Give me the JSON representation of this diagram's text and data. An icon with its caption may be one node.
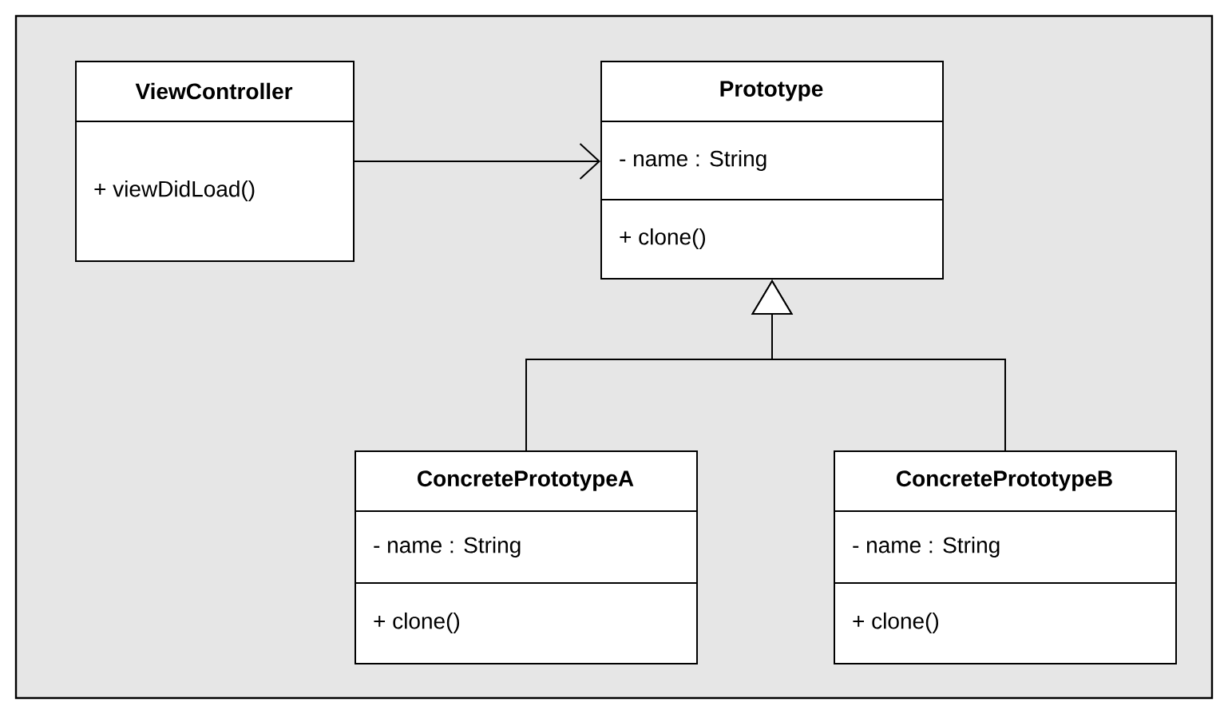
{
  "diagram": {
    "nodes": [
      {
        "text": [
          "ViewController",
          "+ viewDidLoad()"
        ]
      },
      {
        "text": [
          "Prototype",
          "- name : String",
          "+ clone()"
        ]
      },
      {
        "text": [
          "ConcretePrototypeA",
          "- name : String",
          "+ clone()"
        ]
      },
      {
        "text": [
          "ConcretePrototypeB",
          "- name : String",
          "+ clone()"
        ]
      }
    ],
    "edges": [
      {
        "from": 0,
        "to": 1,
        "arrow": "to"
      },
      {
        "from": 2,
        "to": 1,
        "arrow": "to"
      },
      {
        "from": 3,
        "to": 1,
        "arrow": "to"
      }
    ]
  }
}
